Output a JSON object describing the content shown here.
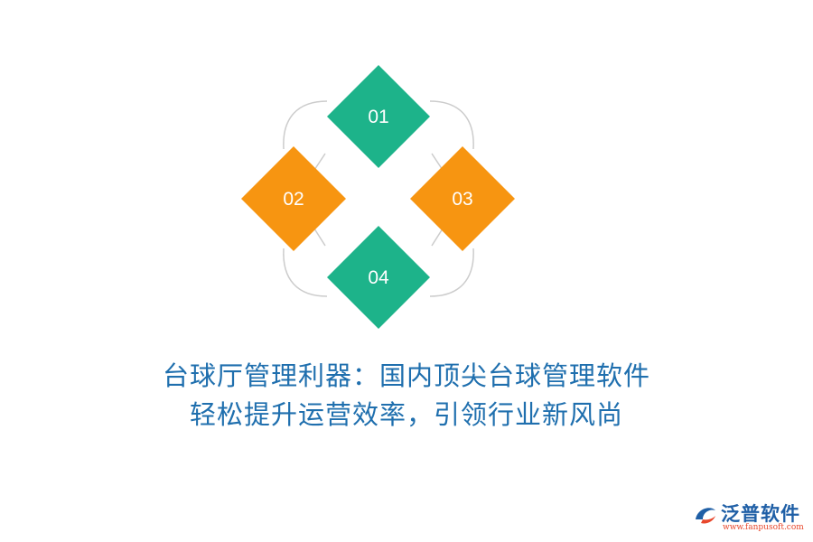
{
  "diagram": {
    "items": [
      {
        "label": "01",
        "color": "#1db38a"
      },
      {
        "label": "02",
        "color": "#f79511"
      },
      {
        "label": "03",
        "color": "#f79511"
      },
      {
        "label": "04",
        "color": "#1db38a"
      }
    ],
    "connector_color": "#c9c9c9"
  },
  "headline": {
    "line1": "台球厅管理利器：国内顶尖台球管理软件",
    "line2": "轻松提升运营效率，引领行业新风尚",
    "color": "#1f6fae"
  },
  "logo": {
    "name": "泛普软件",
    "url": "www.fanpusoft.com",
    "brand_color": "#1f5fa6",
    "accent_color": "#e8472c"
  }
}
